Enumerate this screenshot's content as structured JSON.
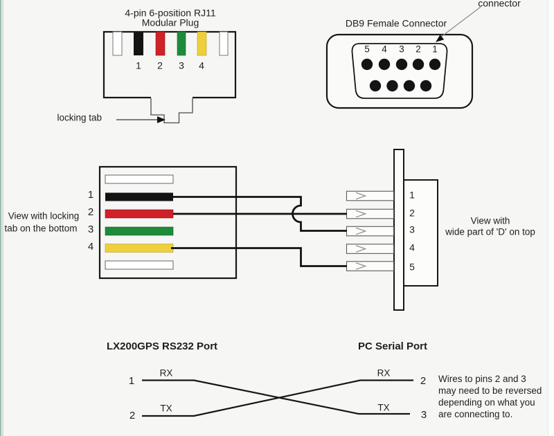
{
  "colors": {
    "background": "#f6f6f4",
    "line": "#1a1a1a",
    "wire_black": "#131313",
    "wire_red": "#cf2127",
    "wire_green": "#1d8b3a",
    "wire_yellow": "#eed03d",
    "left_border_teal": "#9dbdb2"
  },
  "rj11_plug": {
    "title_line1": "4-pin 6-position RJ11",
    "title_line2": "Modular Plug",
    "pin_numbers": [
      "1",
      "2",
      "3",
      "4"
    ],
    "pin_colors": [
      "unused-white",
      "black",
      "red",
      "green",
      "yellow",
      "unused-white"
    ],
    "locking_tab_label": "locking tab"
  },
  "db9_connector": {
    "title": "DB9 Female Connector",
    "top_row_pin_numbers": [
      "5",
      "4",
      "3",
      "2",
      "1"
    ],
    "callout_label": "connector"
  },
  "wiring_view": {
    "left_caption_line1": "View with locking",
    "left_caption_line2": "tab on the bottom",
    "rj11_pin_numbers": [
      "1",
      "2",
      "3",
      "4"
    ],
    "db9_pin_numbers": [
      "1",
      "2",
      "3",
      "4",
      "5"
    ],
    "connections": [
      {
        "from": "RJ11 pin 1 (black wire)",
        "to": "DB9 pin 3"
      },
      {
        "from": "RJ11 pin 2 (red wire)",
        "to": "DB9 pin 2"
      },
      {
        "from": "RJ11 pin 4 (yellow wire)",
        "to": "DB9 pin 5"
      }
    ],
    "right_caption_line1": "View with",
    "right_caption_line2": "wide part of 'D' on top"
  },
  "signal_diagram": {
    "left_heading": "LX200GPS RS232 Port",
    "right_heading": "PC Serial Port",
    "lx_pins": [
      {
        "number": "1",
        "signal": "RX"
      },
      {
        "number": "2",
        "signal": "TX"
      }
    ],
    "pc_pins": [
      {
        "number": "2",
        "signal": "RX"
      },
      {
        "number": "3",
        "signal": "TX"
      }
    ],
    "note_lines": [
      "Wires to pins 2 and 3",
      "may need to be reversed",
      "depending on what you",
      "are connecting to."
    ]
  }
}
